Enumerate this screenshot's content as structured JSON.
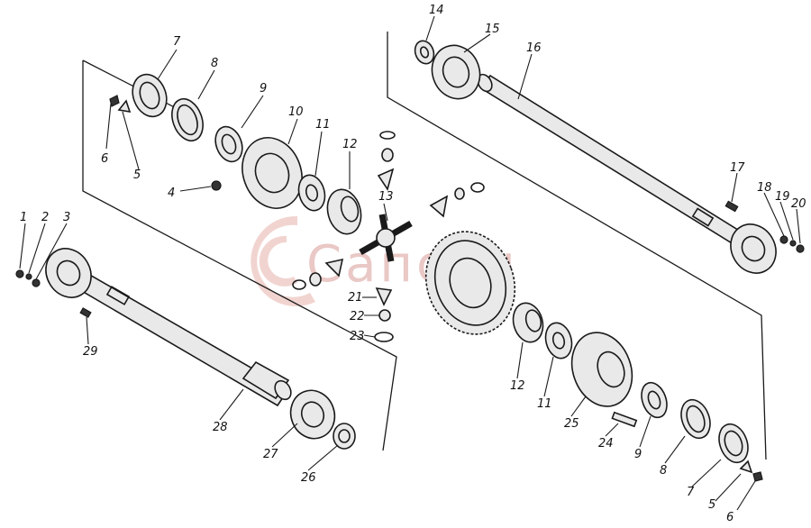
{
  "watermark": {
    "text": "Сапсан",
    "color": "#c0392b"
  },
  "callouts": [
    {
      "id": "c1",
      "label": "1"
    },
    {
      "id": "c2",
      "label": "2"
    },
    {
      "id": "c3",
      "label": "3"
    },
    {
      "id": "c4",
      "label": "4"
    },
    {
      "id": "c5a",
      "label": "5"
    },
    {
      "id": "c5b",
      "label": "5"
    },
    {
      "id": "c6a",
      "label": "6"
    },
    {
      "id": "c6b",
      "label": "6"
    },
    {
      "id": "c7a",
      "label": "7"
    },
    {
      "id": "c7b",
      "label": "7"
    },
    {
      "id": "c8a",
      "label": "8"
    },
    {
      "id": "c8b",
      "label": "8"
    },
    {
      "id": "c9a",
      "label": "9"
    },
    {
      "id": "c9b",
      "label": "9"
    },
    {
      "id": "c10",
      "label": "10"
    },
    {
      "id": "c11a",
      "label": "11"
    },
    {
      "id": "c11b",
      "label": "11"
    },
    {
      "id": "c12a",
      "label": "12"
    },
    {
      "id": "c12b",
      "label": "12"
    },
    {
      "id": "c13",
      "label": "13"
    },
    {
      "id": "c14",
      "label": "14"
    },
    {
      "id": "c15",
      "label": "15"
    },
    {
      "id": "c16",
      "label": "16"
    },
    {
      "id": "c17",
      "label": "17"
    },
    {
      "id": "c18",
      "label": "18"
    },
    {
      "id": "c19",
      "label": "19"
    },
    {
      "id": "c20",
      "label": "20"
    },
    {
      "id": "c21",
      "label": "21"
    },
    {
      "id": "c22",
      "label": "22"
    },
    {
      "id": "c23",
      "label": "23"
    },
    {
      "id": "c24",
      "label": "24"
    },
    {
      "id": "c25",
      "label": "25"
    },
    {
      "id": "c26",
      "label": "26"
    },
    {
      "id": "c27",
      "label": "27"
    },
    {
      "id": "c28",
      "label": "28"
    },
    {
      "id": "c29",
      "label": "29"
    }
  ]
}
